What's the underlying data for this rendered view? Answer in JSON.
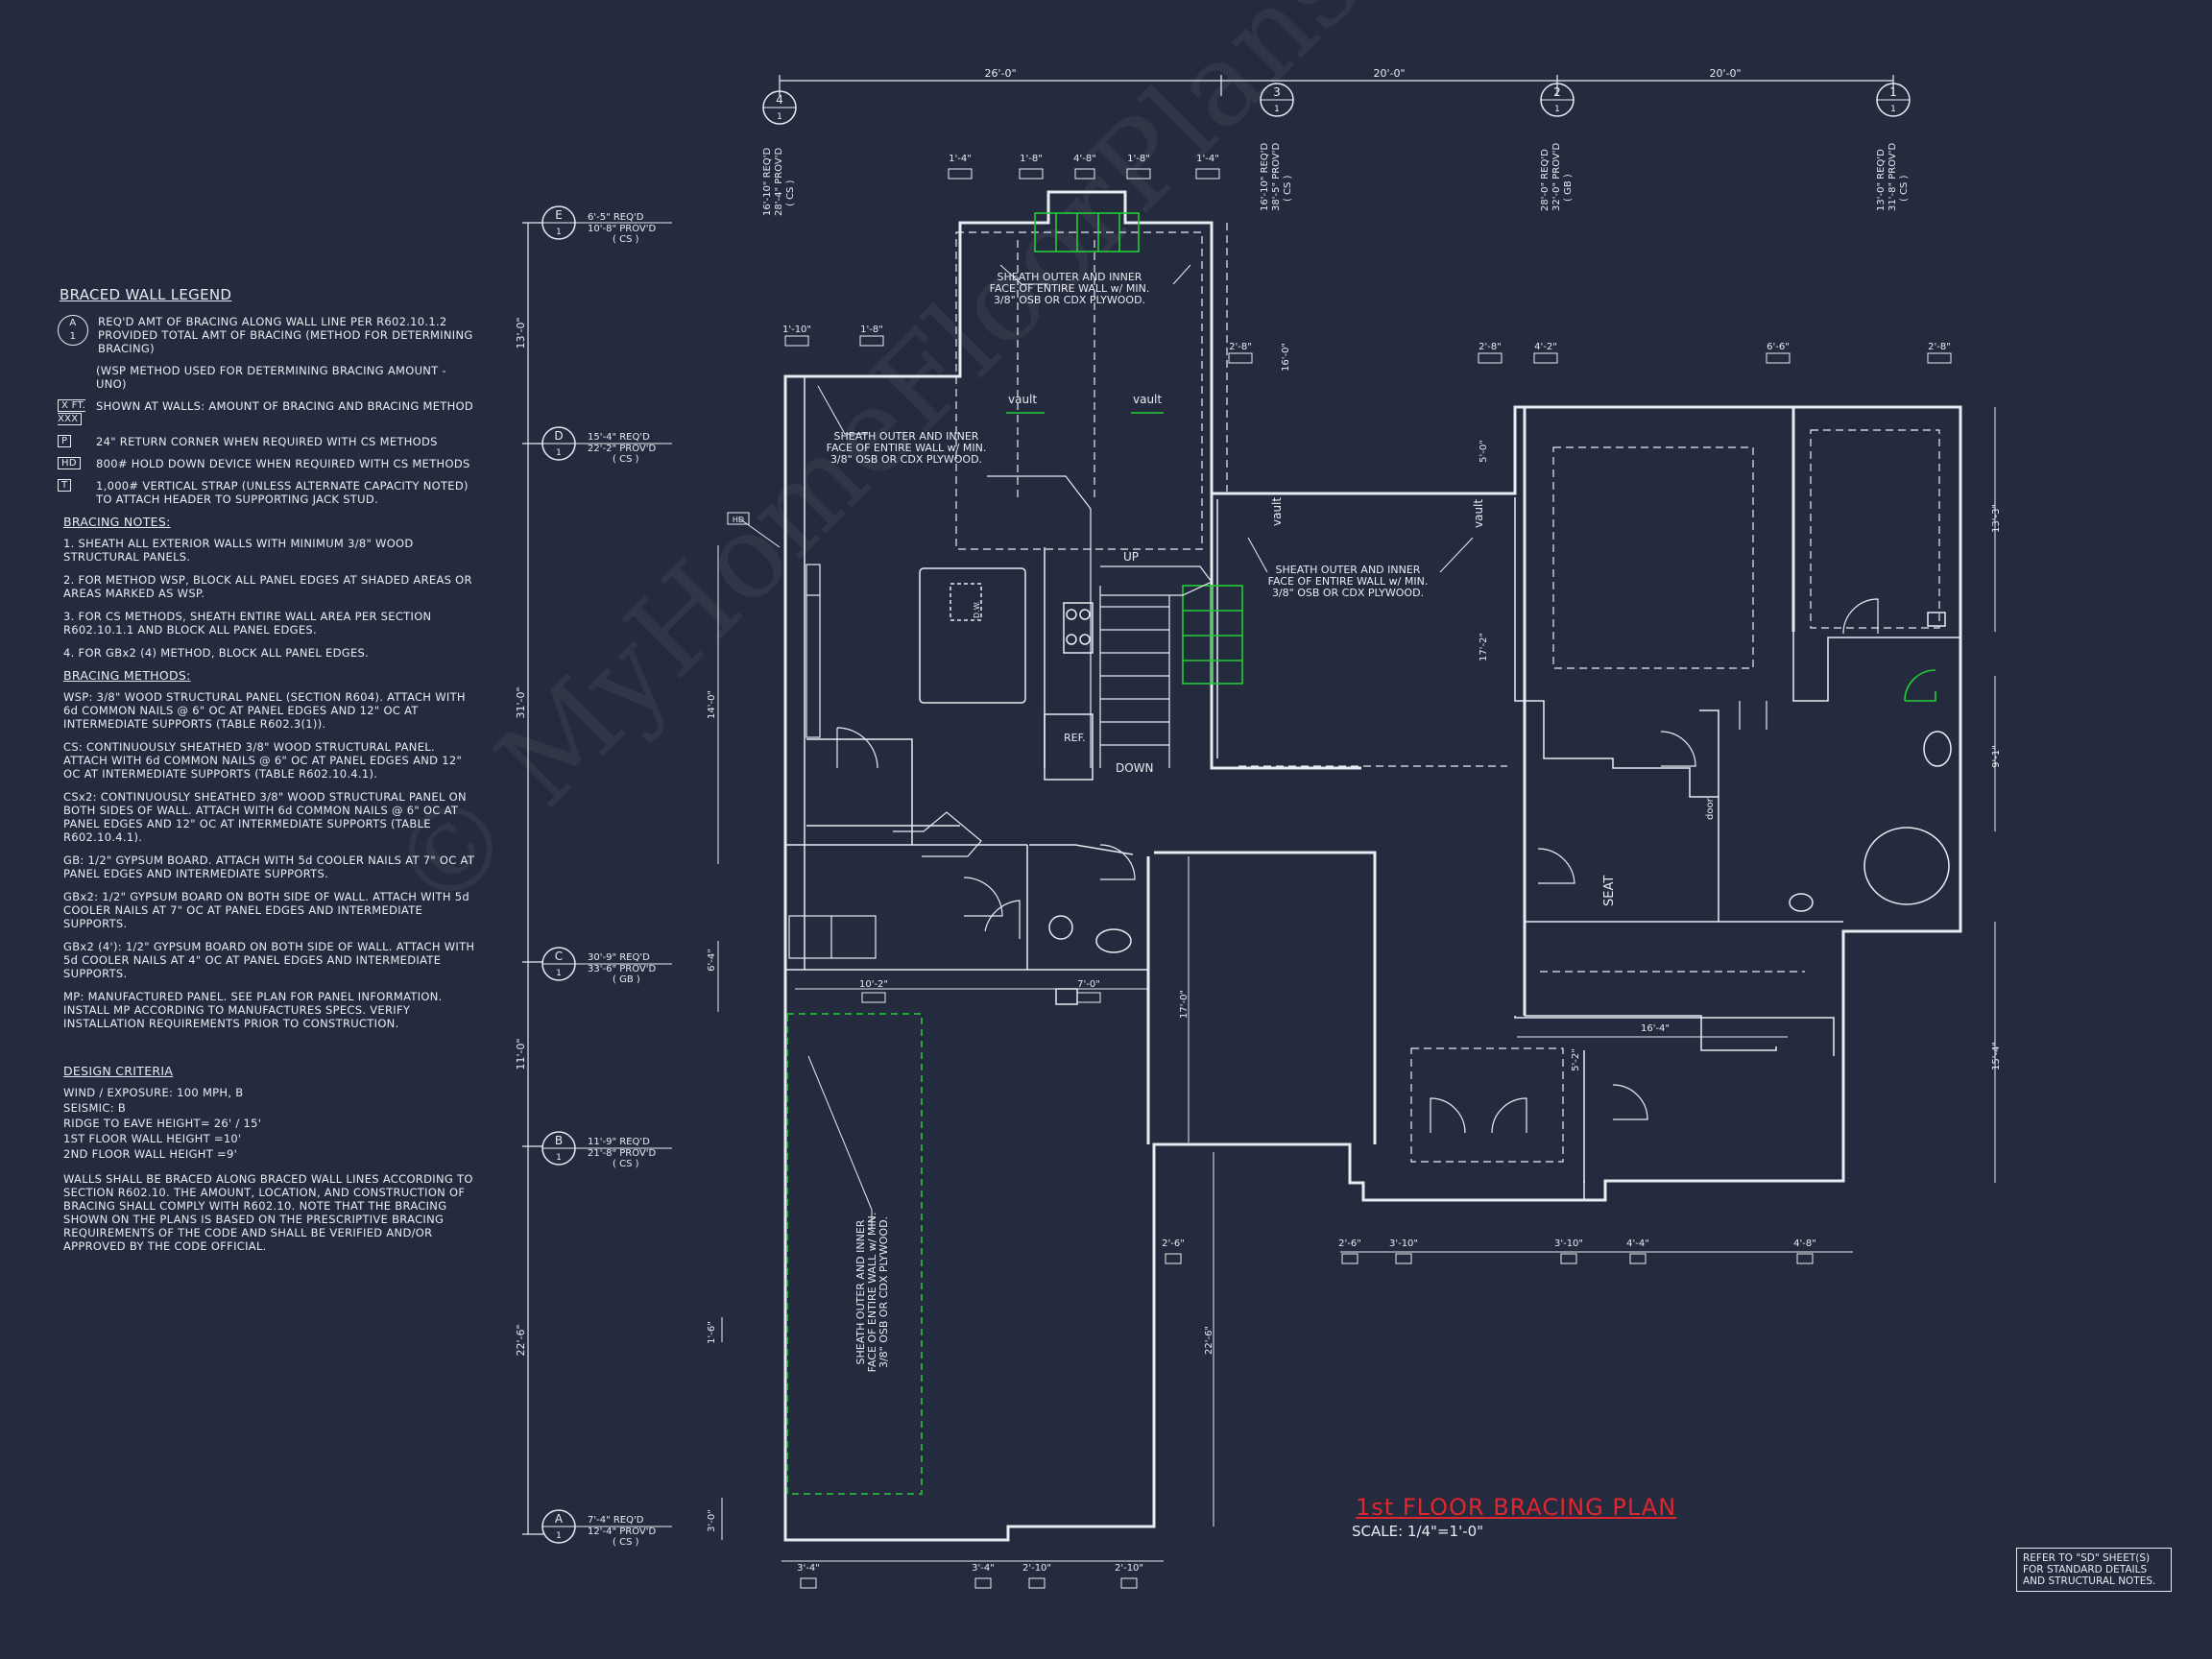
{
  "watermark": "© MyHomeFloorPlans.com ILLEGAL to use for Construction May be used for Estimation",
  "legend": {
    "title": "BRACED WALL LEGEND",
    "symbol_circle": {
      "top": "A",
      "bottom": "1"
    },
    "items": [
      {
        "symbol": "circle",
        "text": "REQ'D AMT OF BRACING ALONG WALL LINE PER R602.10.1.2 PROVIDED TOTAL AMT OF BRACING (METHOD FOR DETERMINING BRACING)"
      },
      {
        "symbol": "",
        "text": "(WSP METHOD USED FOR DETERMINING BRACING AMOUNT - UNO)"
      },
      {
        "symbol": "X FT. XXX",
        "text": "SHOWN AT WALLS: AMOUNT OF BRACING AND BRACING METHOD"
      },
      {
        "symbol": "P",
        "text": "24\" RETURN CORNER WHEN REQUIRED WITH CS METHODS"
      },
      {
        "symbol": "HD",
        "text": "800# HOLD DOWN DEVICE WHEN REQUIRED WITH CS METHODS"
      },
      {
        "symbol": "T",
        "text": "1,000# VERTICAL STRAP (UNLESS ALTERNATE CAPACITY NOTED) TO ATTACH HEADER TO SUPPORTING JACK STUD."
      }
    ],
    "bracing_notes_title": "BRACING NOTES:",
    "bracing_notes": [
      "1. SHEATH ALL EXTERIOR WALLS WITH MINIMUM 3/8\" WOOD STRUCTURAL PANELS.",
      "2. FOR METHOD WSP, BLOCK ALL PANEL EDGES AT SHADED AREAS OR AREAS MARKED AS WSP.",
      "3. FOR CS METHODS, SHEATH ENTIRE WALL AREA PER SECTION R602.10.1.1 AND BLOCK ALL PANEL EDGES.",
      "4. FOR GBx2 (4) METHOD, BLOCK ALL PANEL EDGES."
    ],
    "bracing_methods_title": "BRACING METHODS:",
    "bracing_methods": [
      "WSP: 3/8\" WOOD STRUCTURAL PANEL (SECTION R604). ATTACH WITH 6d COMMON NAILS @ 6\" OC AT PANEL EDGES AND 12\" OC AT INTERMEDIATE SUPPORTS (TABLE R602.3(1)).",
      "CS: CONTINUOUSLY SHEATHED 3/8\" WOOD STRUCTURAL PANEL. ATTACH WITH 6d COMMON NAILS @ 6\" OC AT PANEL EDGES AND 12\" OC AT INTERMEDIATE SUPPORTS (TABLE R602.10.4.1).",
      "CSx2: CONTINUOUSLY SHEATHED 3/8\" WOOD STRUCTURAL PANEL ON BOTH SIDES OF WALL. ATTACH WITH 6d COMMON NAILS @ 6\" OC AT PANEL EDGES AND 12\" OC AT INTERMEDIATE SUPPORTS (TABLE R602.10.4.1).",
      "GB: 1/2\" GYPSUM BOARD. ATTACH WITH 5d COOLER NAILS AT 7\" OC AT PANEL EDGES AND INTERMEDIATE SUPPORTS.",
      "GBx2: 1/2\" GYPSUM BOARD ON BOTH SIDE OF WALL. ATTACH WITH 5d COOLER NAILS AT 7\" OC AT PANEL EDGES AND INTERMEDIATE SUPPORTS.",
      "GBx2 (4'): 1/2\" GYPSUM BOARD ON BOTH SIDE OF WALL. ATTACH WITH 5d COOLER NAILS AT 4\" OC AT PANEL EDGES AND INTERMEDIATE SUPPORTS.",
      "MP: MANUFACTURED PANEL. SEE PLAN FOR PANEL INFORMATION. INSTALL MP ACCORDING TO MANUFACTURES SPECS. VERIFY INSTALLATION REQUIREMENTS PRIOR TO CONSTRUCTION."
    ],
    "design_criteria_title": "DESIGN CRITERIA",
    "design_criteria": [
      "WIND / EXPOSURE: 100 MPH, B",
      "SEISMIC: B",
      "RIDGE TO EAVE HEIGHT= 26' / 15'",
      "1ST FLOOR WALL HEIGHT =10'",
      "2ND FLOOR WALL HEIGHT =9'"
    ],
    "design_paragraph": "WALLS SHALL BE BRACED ALONG BRACED WALL LINES ACCORDING TO SECTION R602.10. THE AMOUNT, LOCATION, AND CONSTRUCTION OF BRACING SHALL COMPLY WITH R602.10. NOTE THAT THE BRACING SHOWN ON THE PLANS IS BASED ON THE PRESCRIPTIVE BRACING REQUIREMENTS OF THE CODE AND SHALL BE VERIFIED AND/OR APPROVED BY THE CODE OFFICIAL."
  },
  "grid_lines_vertical": [
    {
      "id": "4",
      "num": "1",
      "req": "16'-10\" REQ'D",
      "prov": "28'-4\" PROV'D",
      "method": "( CS )"
    },
    {
      "id": "3",
      "num": "1",
      "req": "16'-10\" REQ'D",
      "prov": "38'-5\" PROV'D",
      "method": "( CS )"
    },
    {
      "id": "2",
      "num": "1",
      "req": "28'-0\" REQ'D",
      "prov": "32'-0\" PROV'D",
      "method": "( GB )"
    },
    {
      "id": "1",
      "num": "1",
      "req": "13'-0\" REQ'D",
      "prov": "31'-8\" PROV'D",
      "method": "( CS )"
    }
  ],
  "grid_lines_horizontal": [
    {
      "id": "E",
      "num": "1",
      "req": "6'-5\" REQ'D",
      "prov": "10'-8\" PROV'D",
      "method": "( CS )"
    },
    {
      "id": "D",
      "num": "1",
      "req": "15'-4\" REQ'D",
      "prov": "22'-2\" PROV'D",
      "method": "( CS )"
    },
    {
      "id": "C",
      "num": "1",
      "req": "30'-9\" REQ'D",
      "prov": "33'-6\" PROV'D",
      "method": "( GB )"
    },
    {
      "id": "B",
      "num": "1",
      "req": "11'-9\" REQ'D",
      "prov": "21'-8\" PROV'D",
      "method": "( CS )"
    },
    {
      "id": "A",
      "num": "1",
      "req": "7'-4\" REQ'D",
      "prov": "12'-4\" PROV'D",
      "method": "( CS )"
    }
  ],
  "top_dims": [
    "26'-0\"",
    "20'-0\"",
    "20'-0\""
  ],
  "left_dims": [
    "13'-0\"",
    "31'-0\"",
    "11'-0\"",
    "22'-6\""
  ],
  "wall_tags": {
    "top_row": [
      "1'-4\"",
      "1'-8\"",
      "4'-8\"",
      "1'-8\"",
      "1'-4\""
    ],
    "upper_left": [
      "1'-10\"",
      "1'-8\""
    ],
    "mid_top": [
      "2'-8\"",
      "16'-0\""
    ],
    "right_top": [
      "2'-8\"",
      "4'-2\"",
      "6'-6\"",
      "2'-8\""
    ],
    "right_side": [
      "13'-3\"",
      "9'-1\"",
      "15'-4\""
    ],
    "center": [
      "5'-0\"",
      "17'-2\"",
      "17'-0\"",
      "5'-2\"",
      "16'-4\""
    ],
    "left_side": [
      "14'-0\"",
      "6'-4\"",
      "1'-6\"",
      "3'-0\""
    ],
    "mid_row": [
      "10'-2\"",
      "7'-0\""
    ],
    "bottom": [
      "3'-4\"",
      "3'-4\"",
      "2'-10\"",
      "2'-10\""
    ],
    "bottom_right": [
      "2'-6\"",
      "2'-6\"",
      "3'-10\"",
      "3'-10\"",
      "4'-4\"",
      "4'-8\""
    ],
    "misc": [
      "22'-6\""
    ],
    "codes": [
      "CS",
      "GB",
      "GBx2",
      "HD",
      "P"
    ]
  },
  "notes": {
    "sheath_full": "SHEATH OUTER AND INNER FACE OF ENTIRE WALL w/ MIN. 3/8\" OSB OR CDX PLYWOOD.",
    "sheath_l1": "SHEATH OUTER AND INNER",
    "sheath_l2": "FACE OF ENTIRE WALL w/ MIN.",
    "sheath_l3": "3/8\" OSB OR CDX PLYWOOD."
  },
  "room_labels": {
    "vault": "vault",
    "up": "UP",
    "down": "DOWN",
    "ref": "REF.",
    "seat": "SEAT",
    "dw": "D.W.",
    "door": "door"
  },
  "plan_title": "1st FLOOR BRACING PLAN",
  "plan_scale": "SCALE: 1/4\"=1'-0\"",
  "reference_note": "REFER TO \"SD\" SHEET(S) FOR STANDARD DETAILS AND STRUCTURAL NOTES.",
  "colors": {
    "background": "#252b3f",
    "lines": "#e8ebf2",
    "green": "#22cc33",
    "red": "#e0262e"
  }
}
